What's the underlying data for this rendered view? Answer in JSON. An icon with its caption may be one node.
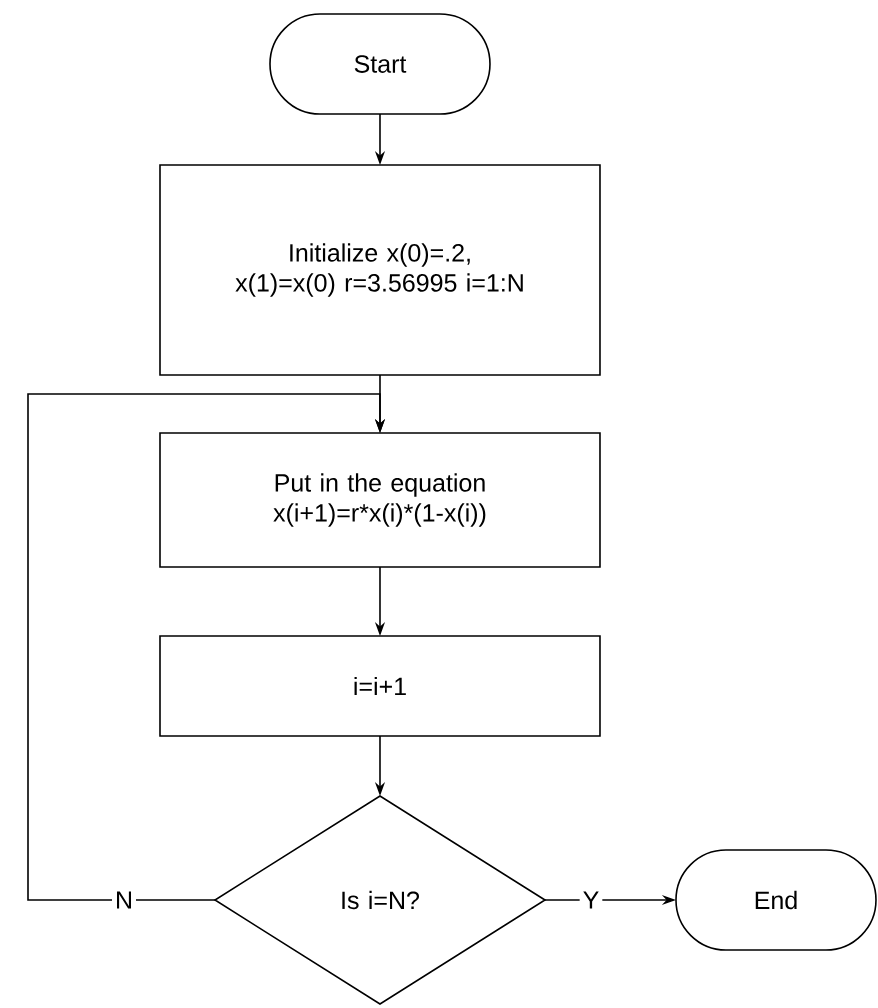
{
  "diagram": {
    "nodes": [
      {
        "text": [
          "Start"
        ]
      },
      {
        "text": [
          "Initialize x(0)=.2, x(1)=x(0) r=3.56995 i=1:N"
        ]
      },
      {
        "text": [
          "Put in the equation x(i+1)=r*x(i)*(1-x(i))"
        ]
      },
      {
        "text": [
          "i=i+1"
        ]
      },
      {
        "text": [
          "Is i=N?"
        ]
      },
      {
        "text": [
          "End"
        ]
      }
    ],
    "edges": [
      {
        "from": 0,
        "to": 1,
        "arrow": "to"
      },
      {
        "from": 1,
        "to": 2,
        "arrow": "to"
      },
      {
        "from": 2,
        "to": 3,
        "arrow": "to"
      },
      {
        "from": 3,
        "to": 4,
        "arrow": "to"
      },
      {
        "from": 4,
        "to": 2,
        "arrow": "to",
        "label": "N"
      },
      {
        "from": 4,
        "to": 5,
        "arrow": "to",
        "label": "Y"
      }
    ]
  }
}
